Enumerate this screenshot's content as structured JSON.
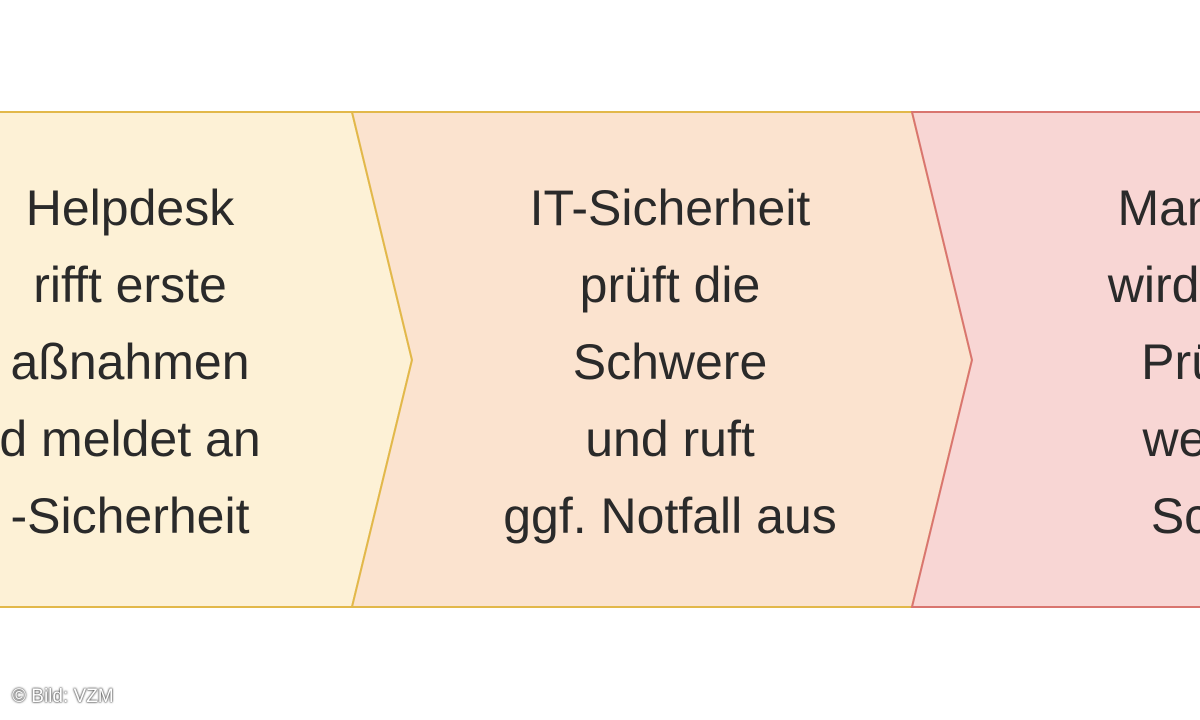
{
  "process_steps": [
    {
      "lines": [
        "Helpdesk",
        "rifft erste",
        "aßnahmen",
        "d meldet an",
        "-Sicherheit"
      ],
      "fill": "#fdf1d6",
      "stroke": "#e2b84a"
    },
    {
      "lines": [
        "IT-Sicherheit",
        "prüft die",
        "Schwere",
        "und ruft",
        "ggf. Notfall aus"
      ],
      "fill": "#fbe3cf",
      "stroke": "#e2b84a"
    },
    {
      "lines": [
        "Mana",
        "wird in",
        "Prü",
        "wel",
        "Sc"
      ],
      "fill": "#f8d6d4",
      "stroke": "#d9756f"
    }
  ],
  "credit": "© Bild: VZM"
}
